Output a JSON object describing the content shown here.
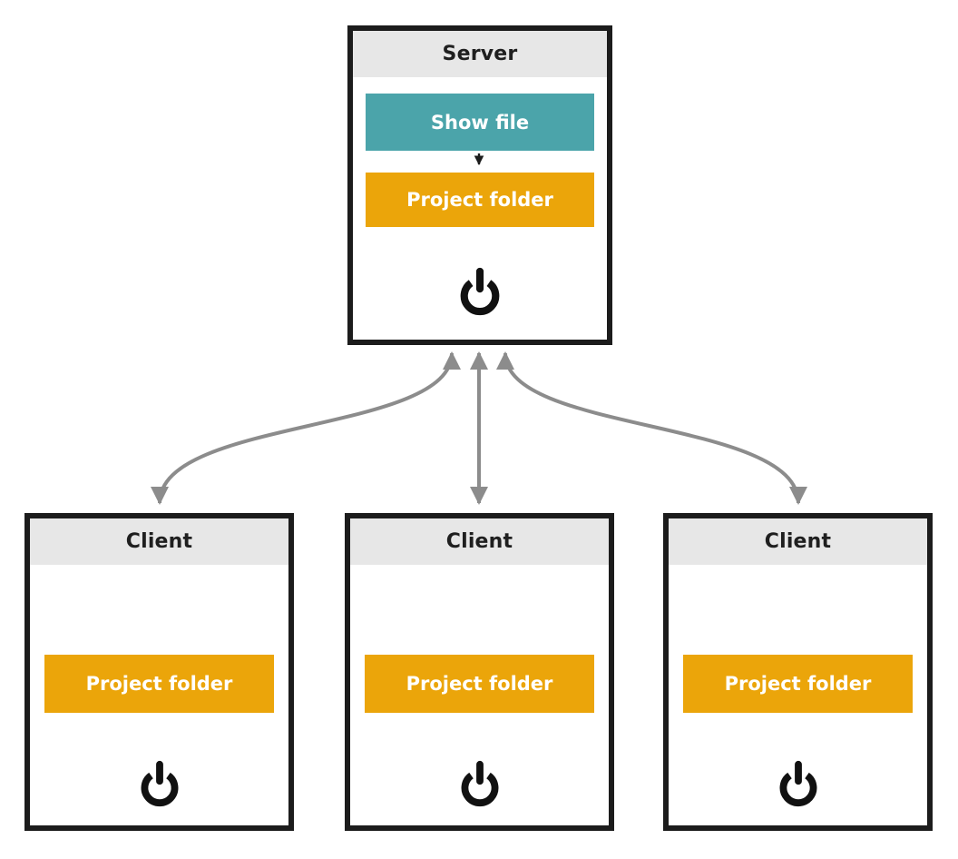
{
  "diagram": {
    "server": {
      "title": "Server",
      "buttons": {
        "show_file": "Show file",
        "project_folder": "Project folder"
      },
      "power_icon": "power-symbol"
    },
    "clients": [
      {
        "title": "Client",
        "buttons": {
          "project_folder": "Project folder"
        },
        "power_icon": "power-symbol"
      },
      {
        "title": "Client",
        "buttons": {
          "project_folder": "Project folder"
        },
        "power_icon": "power-symbol"
      },
      {
        "title": "Client",
        "buttons": {
          "project_folder": "Project folder"
        },
        "power_icon": "power-symbol"
      }
    ],
    "connections": [
      {
        "from": "server-show-file",
        "to": "server-project-folder",
        "style": "single-arrow-down",
        "color": "#1C1C1C"
      },
      {
        "from": "server",
        "to": "client-1",
        "style": "bidirectional-curved-arrow",
        "color": "#8C8C8C"
      },
      {
        "from": "server",
        "to": "client-2",
        "style": "bidirectional-straight-arrow",
        "color": "#8C8C8C"
      },
      {
        "from": "server",
        "to": "client-3",
        "style": "bidirectional-curved-arrow",
        "color": "#8C8C8C"
      }
    ],
    "colors": {
      "teal": "#4BA4AA",
      "orange": "#EBA50A",
      "header_gray": "#E7E7E7",
      "border_black": "#1C1C1C",
      "arrow_gray": "#8C8C8C",
      "background": "#FFFFFF"
    }
  }
}
